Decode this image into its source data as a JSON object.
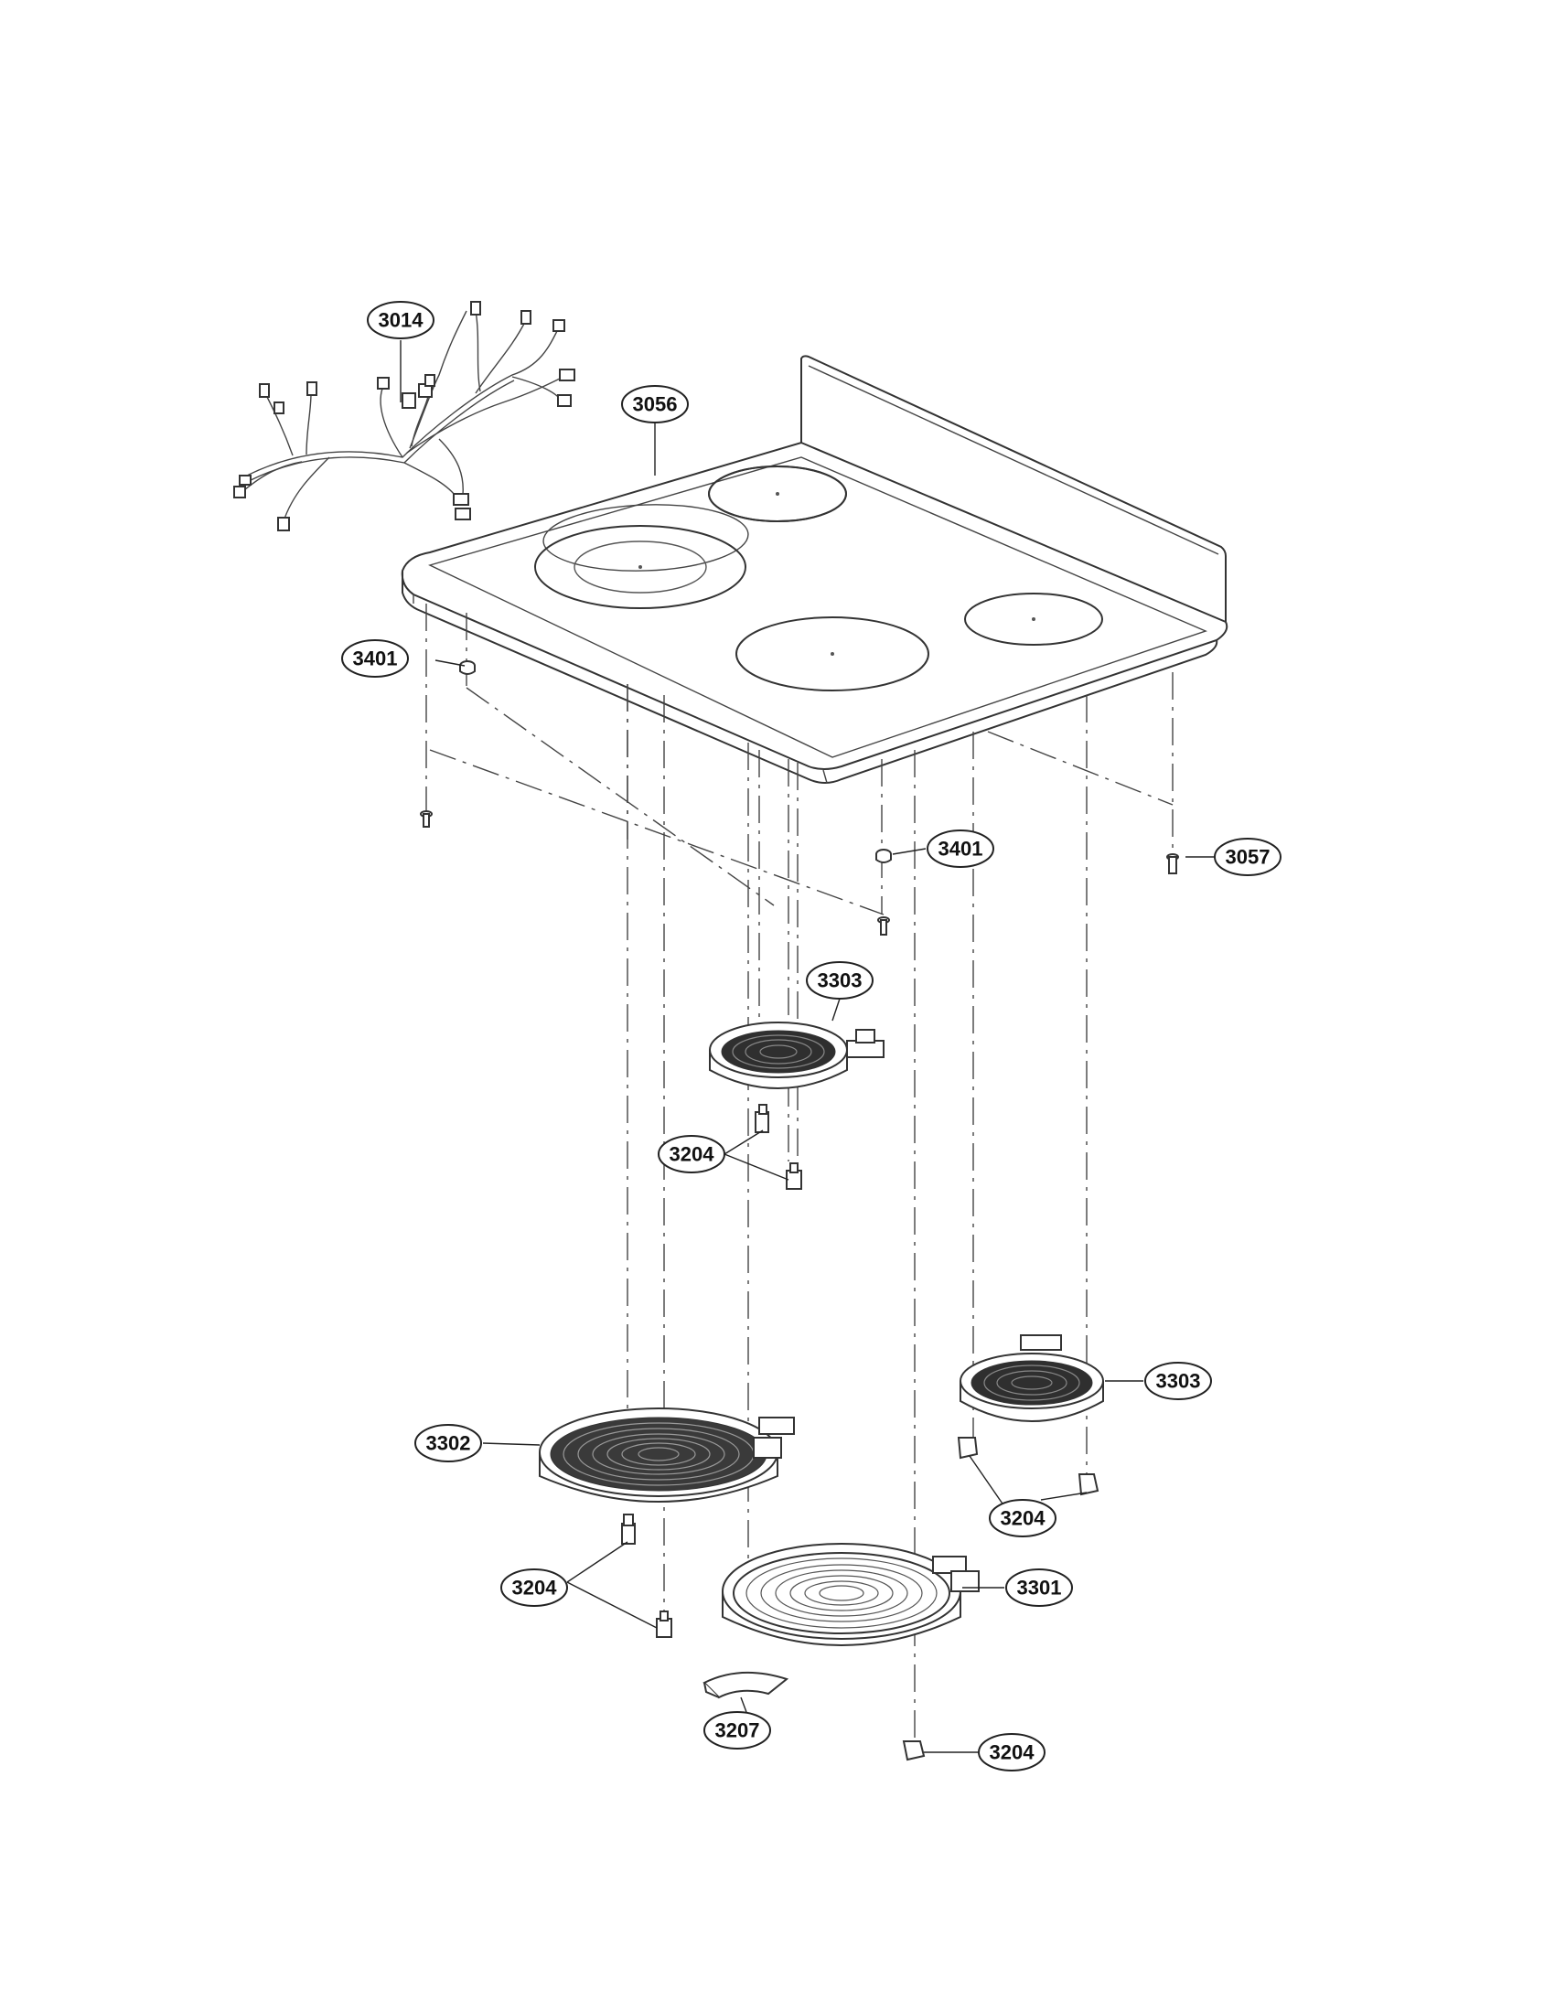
{
  "diagram": {
    "parts": {
      "wire_harness": "3014",
      "cooktop_glass": "3056",
      "screw_left": "3401",
      "screw_center": "3401",
      "screw_right": "3057",
      "element_small_top": "3303",
      "element_small_right": "3303",
      "element_dual_left": "3302",
      "element_large": "3301",
      "bracket_top": "3204",
      "bracket_right": "3204",
      "bracket_left": "3204",
      "bracket_bottom": "3204",
      "shield": "3207"
    }
  }
}
